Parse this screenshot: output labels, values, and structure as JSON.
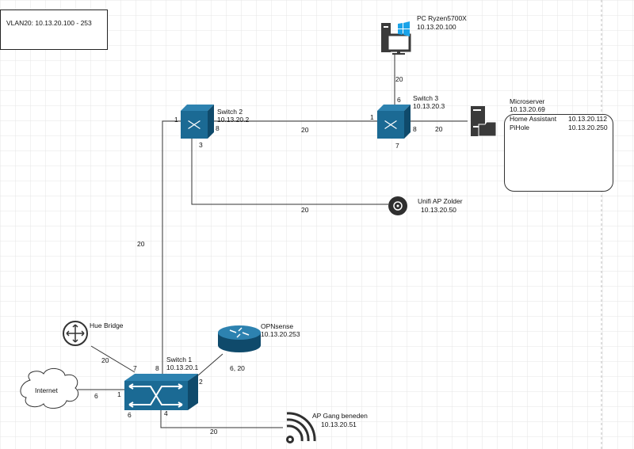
{
  "vlan_note": "VLAN20: 10.13.20.100 - 253",
  "colors": {
    "switch": "#1b6a94",
    "switch_dark": "#0f4a6b",
    "icon": "#3a3a3a",
    "windows": "#1aa3e8"
  },
  "nodes": {
    "switch1": {
      "name": "Switch 1",
      "ip": "10.13.20.1"
    },
    "switch2": {
      "name": "Switch 2",
      "ip": "10.13.20.2"
    },
    "switch3": {
      "name": "Switch 3",
      "ip": "10.13.20.3"
    },
    "pc": {
      "name": "PC Ryzen5700X",
      "ip": "10.13.20.100"
    },
    "microserver": {
      "name": "Microserver",
      "ip": "10.13.20.69",
      "services": [
        {
          "name": "Home Assistant",
          "ip": "10.13.20.112"
        },
        {
          "name": "PiHole",
          "ip": "10.13.20.250"
        }
      ]
    },
    "unifi_ap": {
      "name": "Unifi AP Zolder",
      "ip": "10.13.20.50"
    },
    "hue": {
      "name": "Hue Bridge"
    },
    "opnsense": {
      "name": "OPNsense",
      "ip": "10.13.20.253"
    },
    "internet": {
      "name": "Internet"
    },
    "ap_gang": {
      "name": "AP Gang beneden",
      "ip": "10.13.20.51"
    }
  },
  "links": {
    "sw2_sw3": "20",
    "sw3_server": "20",
    "sw3_pc": "20",
    "sw2_unifi": "20",
    "sw1_sw2": "20",
    "sw1_hue": "20",
    "sw1_opnsense": "6, 20",
    "sw1_internet": "6",
    "sw1_apgang": "20"
  },
  "ports": {
    "sw2": {
      "p1": "1",
      "p8": "8",
      "p3": "3"
    },
    "sw3": {
      "p6": "6",
      "p1": "1",
      "p8": "8",
      "p7": "7"
    },
    "sw1": {
      "p7": "7",
      "p8": "8",
      "p2": "2",
      "p1": "1",
      "p6": "6",
      "p4": "4"
    }
  }
}
